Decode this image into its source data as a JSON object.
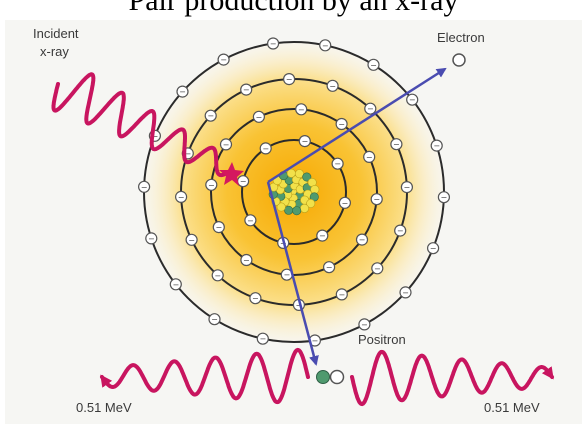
{
  "caption": {
    "text": "Pair production by an x-ray"
  },
  "labels": {
    "incident_line1": "Incident",
    "incident_line2": "x-ray",
    "electron": "Electron",
    "positron": "Positron",
    "energy_left": "0.51 MeV",
    "energy_right": "0.51 MeV",
    "electron_charge": "−"
  },
  "colors": {
    "wave": "#c8155f",
    "arrow": "#4a4cb0",
    "nucleus_yellow": "#f2e14a",
    "nucleus_green": "#4f9a6e",
    "glow": "#f6b200"
  }
}
